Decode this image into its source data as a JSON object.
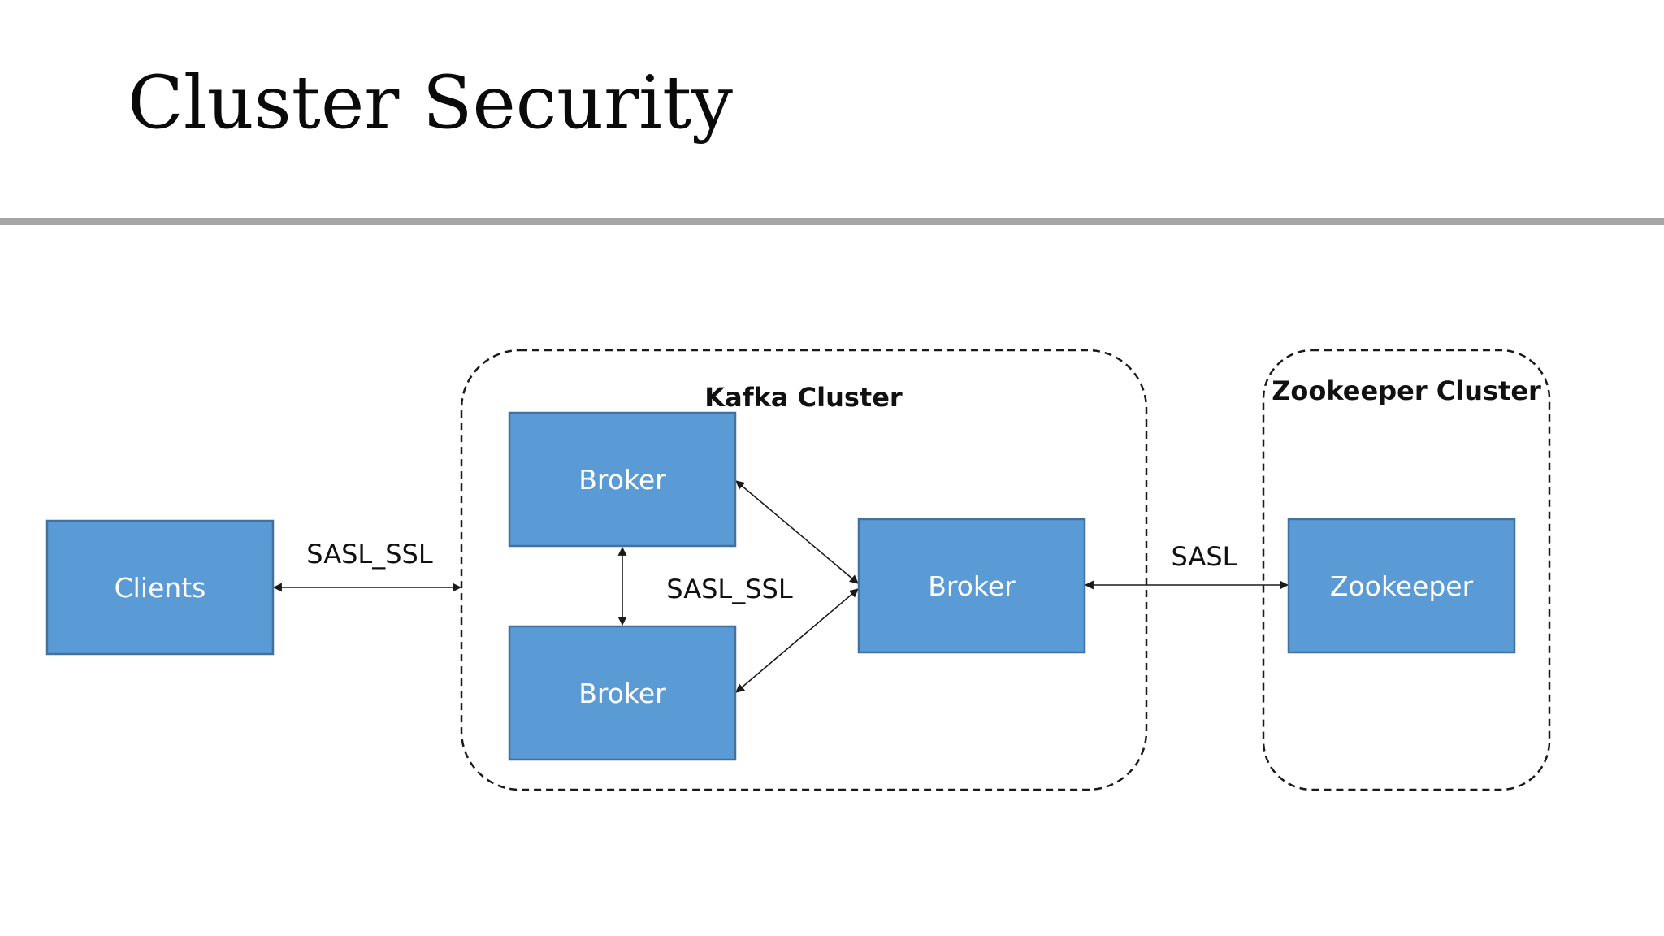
{
  "slide": {
    "title": "Cluster Security"
  },
  "diagram": {
    "clusters": {
      "kafka": {
        "label": "Kafka Cluster"
      },
      "zookeeper": {
        "label": "Zookeeper Cluster"
      }
    },
    "nodes": {
      "clients": {
        "label": "Clients"
      },
      "broker_top": {
        "label": "Broker"
      },
      "broker_bottom": {
        "label": "Broker"
      },
      "broker_right": {
        "label": "Broker"
      },
      "zookeeper": {
        "label": "Zookeeper"
      }
    },
    "edges": {
      "clients_to_kafka": {
        "label": "SASL_SSL"
      },
      "inter_broker": {
        "label": "SASL_SSL"
      },
      "broker_to_zookeeper": {
        "label": "SASL"
      }
    }
  }
}
